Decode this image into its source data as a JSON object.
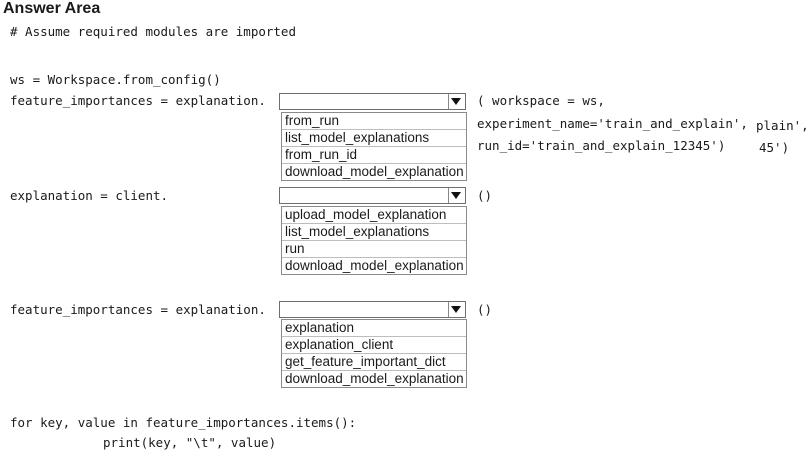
{
  "title": "Answer Area",
  "code": {
    "comment": "# Assume required modules are imported",
    "ws_line": "ws = Workspace.from_config()",
    "fi_prefix_1": "feature_importances = explanation.",
    "args_line_1": "( workspace = ws,",
    "args_line_2": "experiment_name='train_and_explain',",
    "args_line_3": "run_id='train_and_explain_12345')",
    "overflow_1": "plain',",
    "overflow_2": "45')",
    "expl_prefix": "explanation = client.",
    "paren_2": "()",
    "fi_prefix_2": "feature_importances = explanation.",
    "paren_3": "()",
    "for_line": "for key, value in feature_importances.items():",
    "print_line": "print(key, \"\\t\", value)"
  },
  "dropdowns": [
    {
      "selected": "",
      "options": [
        "from_run",
        "list_model_explanations",
        "from_run_id",
        "download_model_explanation"
      ]
    },
    {
      "selected": "",
      "options": [
        "upload_model_explanation",
        "list_model_explanations",
        "run",
        "download_model_explanation"
      ]
    },
    {
      "selected": "",
      "options": [
        "explanation",
        "explanation_client",
        "get_feature_important_dict",
        "download_model_explanation"
      ]
    }
  ]
}
